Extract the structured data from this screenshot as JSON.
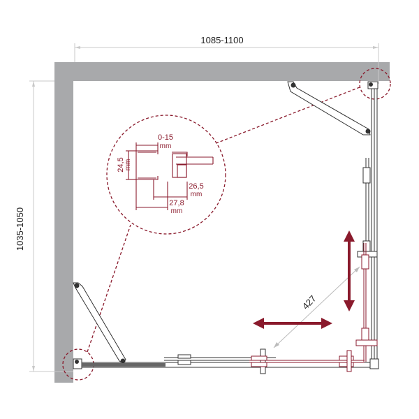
{
  "diagram": {
    "type": "shower enclosure top view (plan)",
    "colors": {
      "wall": "#a8a9ab",
      "accent": "#8a1a2c",
      "line": "#333333",
      "dimension_line": "#c8c8c8"
    },
    "dimensions": {
      "width_label": "1085-1100",
      "depth_label": "1035-1050",
      "diagonal_label": "427"
    },
    "detail_callout": {
      "label_0_15": "0-15",
      "label_0_15_unit": "mm",
      "label_24_5": "24,5",
      "label_24_5_unit": "mm",
      "label_26_5": "26,5",
      "label_26_5_unit": "mm",
      "label_27_8": "27,8",
      "label_27_8_unit": "mm"
    },
    "arrows": {
      "horizontal": "sliding-direction-horizontal",
      "vertical": "sliding-direction-vertical"
    }
  }
}
